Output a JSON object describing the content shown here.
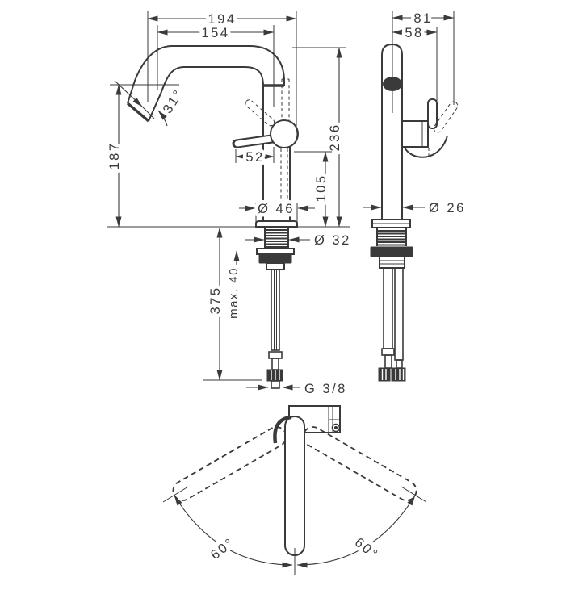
{
  "drawing": {
    "background": "#ffffff",
    "ink_color": "#3a3a3a",
    "subject": "single-lever-mixer-tap-dimensional-drawing",
    "views": {
      "front": "front-view",
      "side": "side-view",
      "plan": "plan-swivel-view"
    },
    "labels": {
      "spout_reach_overall": "194",
      "spout_reach": "154",
      "depth_overall": "81",
      "depth_to_handle": "58",
      "outlet_height": "187",
      "outlet_angle": "31°",
      "lever_length": "52",
      "total_height": "236",
      "body_height": "105",
      "base_diameter": "Ø 46",
      "shank_diameter": "Ø 32",
      "column_diameter": "Ø 26",
      "hose_length": "375",
      "max_mounting_depth": "max. 40",
      "hose_thread": "G 3/8",
      "swivel_left": "60°",
      "swivel_right": "60°"
    }
  }
}
